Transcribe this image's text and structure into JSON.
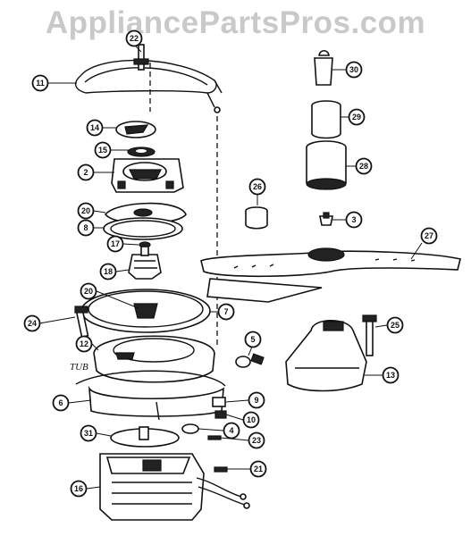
{
  "watermark": "AppliancePartsPros.com",
  "tub_label": "TUB",
  "callouts": {
    "p22": "22",
    "p11": "11",
    "p14": "14",
    "p15": "15",
    "p2": "2",
    "p20a": "20",
    "p8": "8",
    "p17": "17",
    "p18": "18",
    "p20b": "20",
    "p7": "7",
    "p24": "24",
    "p12": "12",
    "p6": "6",
    "p5": "5",
    "p9": "9",
    "p10": "10",
    "p4": "4",
    "p23": "23",
    "p31": "31",
    "p21": "21",
    "p16": "16",
    "p30": "30",
    "p29": "29",
    "p28": "28",
    "p26": "26",
    "p3": "3",
    "p27": "27",
    "p25": "25",
    "p13": "13"
  }
}
